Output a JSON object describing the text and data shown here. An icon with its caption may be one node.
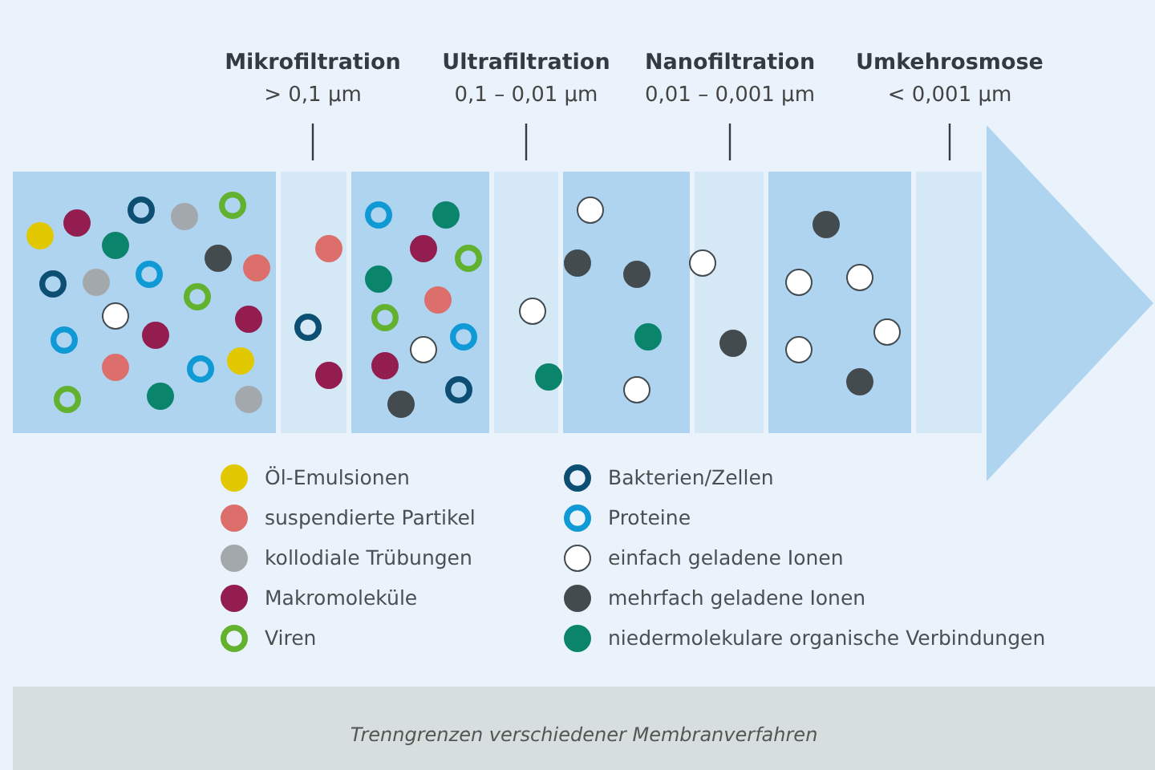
{
  "diagram": {
    "caption": "Trenngrenzen verschiedener Membranverfahren",
    "labels": [
      "Mikrofiltration",
      "> 0,1 µm",
      "Ultrafiltration",
      "0,1 – 0,01 µm",
      "Nanofiltration",
      "0,01 – 0,001 µm",
      "Umkehrosmose",
      "< 0,001 µm"
    ],
    "legend": [
      {
        "text": "Öl-Emulsionen",
        "color": "#e2c800"
      },
      {
        "text": "suspendierte Partikel",
        "color": "#dc6f6c"
      },
      {
        "text": "kollodiale Trübungen",
        "color": "#a3a8ac"
      },
      {
        "text": "Makromoleküle",
        "color": "#941d4f"
      },
      {
        "text": "Viren",
        "color": "#62b22f"
      },
      {
        "text": "Bakterien/Zellen",
        "color": "#0d4f73"
      },
      {
        "text": "Proteine",
        "color": "#0f9ad6"
      },
      {
        "text": "einfach geladene Ionen",
        "color": "#ffffff"
      },
      {
        "text": "mehrfach geladene Ionen",
        "color": "#444b4f"
      },
      {
        "text": "niedermolekulare organische Verbindungen",
        "color": "#0a856b"
      }
    ]
  }
}
